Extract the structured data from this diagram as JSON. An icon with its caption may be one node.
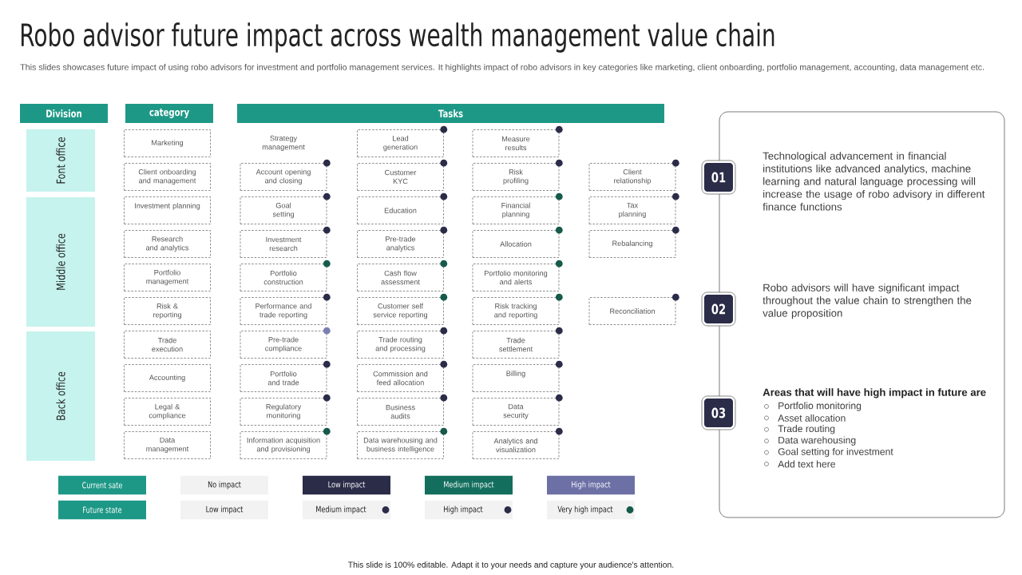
{
  "diagram": {
    "title": "Robo advisor future impact across wealth management value chain",
    "nodes": [
      {
        "text": [
          "Division"
        ]
      },
      {
        "text": [
          "category"
        ]
      },
      {
        "text": [
          "Tasks"
        ]
      },
      {
        "text": [
          "Font office"
        ]
      },
      {
        "text": [
          "Middle office"
        ]
      },
      {
        "text": [
          "Back office"
        ]
      },
      {
        "text": [
          "Marketing"
        ]
      },
      {
        "text": [
          "Lead generation"
        ]
      },
      {
        "text": [
          "Measure results"
        ]
      },
      {
        "text": [
          "Client onboarding and management"
        ]
      },
      {
        "text": [
          "Account opening and closing"
        ]
      },
      {
        "text": [
          "Customer KYC"
        ]
      },
      {
        "text": [
          "Risk profiling"
        ]
      },
      {
        "text": [
          "Client relationship"
        ]
      },
      {
        "text": [
          "Investment planning"
        ]
      },
      {
        "text": [
          "Goal setting"
        ]
      },
      {
        "text": [
          "Education"
        ]
      },
      {
        "text": [
          "Financial planning"
        ]
      },
      {
        "text": [
          "Tax planning"
        ]
      },
      {
        "text": [
          "Research and analytics"
        ]
      },
      {
        "text": [
          "Investment research"
        ]
      },
      {
        "text": [
          "Pre-trade analytics"
        ]
      },
      {
        "text": [
          "Allocation"
        ]
      },
      {
        "text": [
          "Rebalancing"
        ]
      },
      {
        "text": [
          "Portfolio management"
        ]
      },
      {
        "text": [
          "Portfolio construction"
        ]
      },
      {
        "text": [
          "Cash flow assessment"
        ]
      },
      {
        "text": [
          "Portfolio monitoring and alerts"
        ]
      },
      {
        "text": [
          "Risk & reporting"
        ]
      },
      {
        "text": [
          "Performance and trade reporting"
        ]
      },
      {
        "text": [
          "Customer self service reporting"
        ]
      },
      {
        "text": [
          "Risk tracking and reporting"
        ]
      },
      {
        "text": [
          "Reconciliation"
        ]
      },
      {
        "text": [
          "Trade execution"
        ]
      },
      {
        "text": [
          "Pre-trade compliance"
        ]
      },
      {
        "text": [
          "Trade routing and processing"
        ]
      },
      {
        "text": [
          "Trade settlement"
        ]
      },
      {
        "text": [
          "Accounting"
        ]
      },
      {
        "text": [
          "Portfolio and trade"
        ]
      },
      {
        "text": [
          "Commission and feed allocation"
        ]
      },
      {
        "text": [
          "Billing"
        ]
      },
      {
        "text": [
          "Legal & compliance"
        ]
      },
      {
        "text": [
          "Regulatory monitoring"
        ]
      },
      {
        "text": [
          "Business audits"
        ]
      },
      {
        "text": [
          "Data security"
        ]
      },
      {
        "text": [
          "Data management"
        ]
      },
      {
        "text": [
          "Information acquisition and provisioning"
        ]
      },
      {
        "text": [
          "Data warehousing and business intelligence"
        ]
      },
      {
        "text": [
          "Analytics and visualization"
        ]
      },
      {
        "text": [
          "01"
        ],
        "beside": [
          "Technological advancement in financial institutions like advanced analytics, machine learning and natural language processing will increase the usage of robo advisory in different finance functions"
        ]
      },
      {
        "text": [
          "02"
        ],
        "beside": [
          "Robo advisors will have significant impact throughout the value chain to strengthen the value proposition"
        ]
      },
      {
        "text": [
          "03"
        ],
        "beside": [
          "Areas that will have high impact in future are",
          "Portfolio monitoring",
          "Asset allocation",
          "Trade routing",
          "Data warehousing",
          "Goal setting for investment",
          "Add text here"
        ]
      }
    ],
    "labels": [
      "This slides showcases future impact of using robo advisors for investment and portfolio management services. It highlights impact of robo advisors in key categories like marketing, client onboarding, portfolio management, accounting, data management etc.",
      "Strategy management",
      "This slide is 100% editable. Adapt it to your needs and capture your audience's attention."
    ],
    "legend": [
      {
        "text": "Current sate",
        "color": "#1e9886"
      },
      {
        "text": "No impact",
        "color": "#f2f2f2"
      },
      {
        "text": "Low impact",
        "color": "#2b2c48"
      },
      {
        "text": "Medium impact",
        "color": "#136e5d"
      },
      {
        "text": "High impact",
        "color": "#6c70a5"
      },
      {
        "text": "Future state",
        "color": "#1e9886"
      },
      {
        "text": "Low impact",
        "color": "#f2f2f2"
      },
      {
        "text": "Medium impact",
        "color": "#2b2c48"
      },
      {
        "text": "High impact",
        "color": "#2b2c48"
      },
      {
        "text": "Very high impact",
        "color": "#155a4a"
      }
    ]
  }
}
